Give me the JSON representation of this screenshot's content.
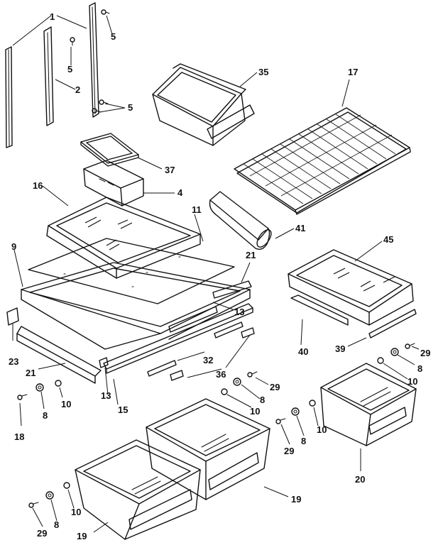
{
  "callouts": {
    "c1": "1",
    "c2": "2",
    "c4": "4",
    "c5a": "5",
    "c5b": "5",
    "c5c": "5",
    "c9": "9",
    "c10a": "10",
    "c10b": "10",
    "c10c": "10",
    "c10d": "10",
    "c10e": "10",
    "c11": "11",
    "c13a": "13",
    "c13b": "13",
    "c15": "15",
    "c16": "16",
    "c17": "17",
    "c18": "18",
    "c19a": "19",
    "c19b": "19",
    "c20": "20",
    "c21a": "21",
    "c21b": "21",
    "c23": "23",
    "c29a": "29",
    "c29b": "29",
    "c29c": "29",
    "c29d": "29",
    "c32": "32",
    "c35": "35",
    "c36": "36",
    "c37": "37",
    "c39": "39",
    "c40": "40",
    "c41": "41",
    "c45": "45",
    "c8a": "8",
    "c8b": "8",
    "c8c": "8",
    "c8d": "8",
    "c8e": "8"
  }
}
